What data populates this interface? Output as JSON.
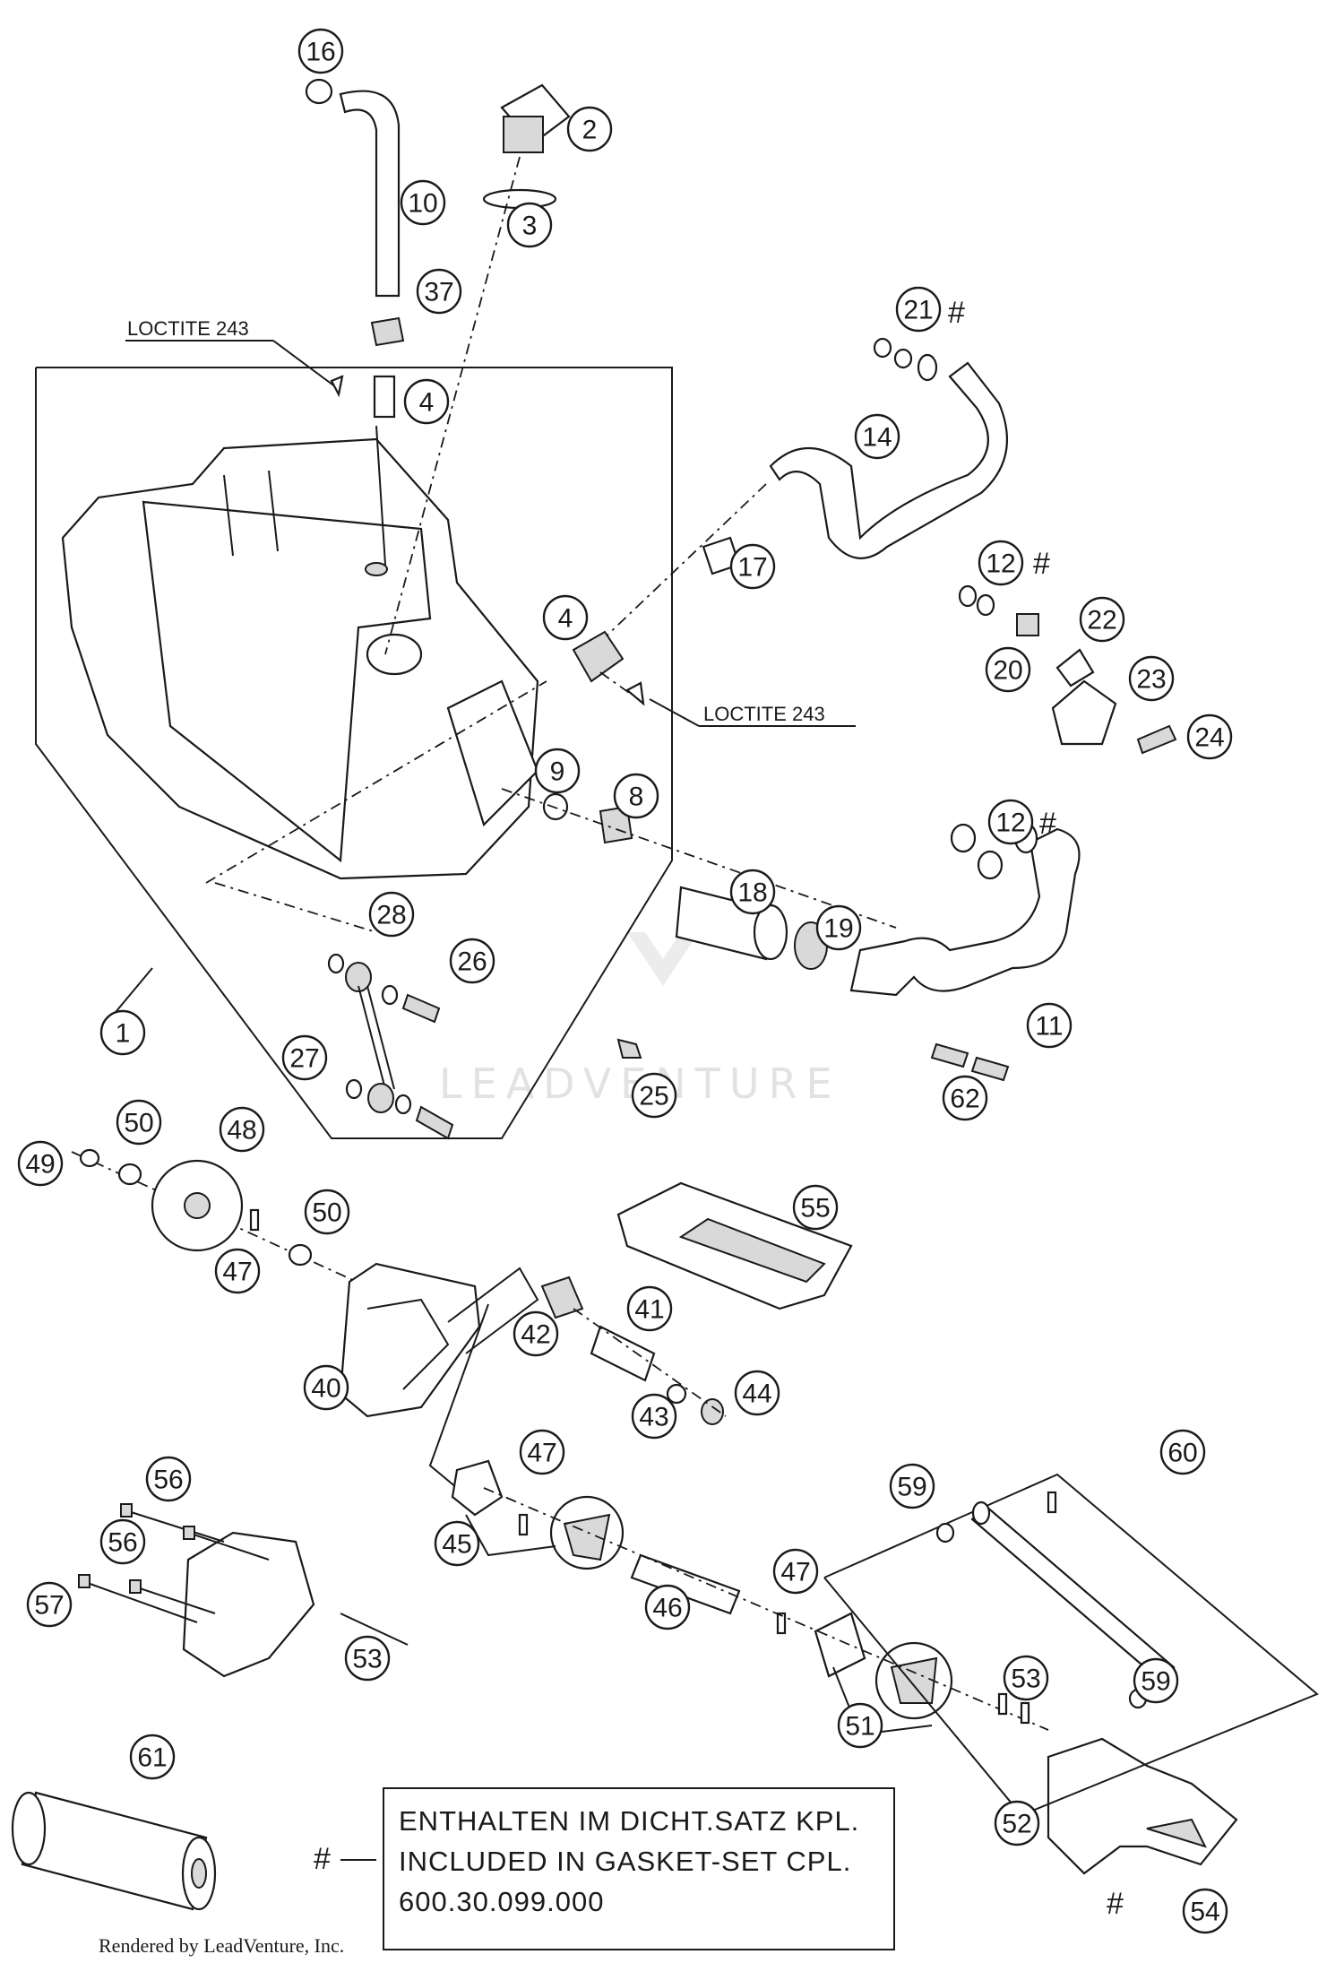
{
  "callouts": [
    "16",
    "2",
    "10",
    "3",
    "37",
    "4",
    "21",
    "14",
    "17",
    "4",
    "12",
    "22",
    "20",
    "23",
    "24",
    "9",
    "8",
    "12",
    "18",
    "19",
    "28",
    "26",
    "1",
    "27",
    "11",
    "25",
    "62",
    "50",
    "48",
    "49",
    "50",
    "47",
    "55",
    "41",
    "42",
    "40",
    "44",
    "43",
    "47",
    "60",
    "56",
    "59",
    "56",
    "45",
    "46",
    "47",
    "57",
    "53",
    "59",
    "53",
    "51",
    "61",
    "52",
    "54"
  ],
  "notes": {
    "loctite_top": "LOCTITE 243",
    "loctite_right": "LOCTITE 243",
    "hash": "#"
  },
  "legend_box": {
    "line1": "ENTHALTEN IM DICHT.SATZ KPL.",
    "line2": "INCLUDED IN GASKET-SET CPL.",
    "line3": "600.30.099.000"
  },
  "watermark": "LEADVENTURE",
  "footer": "Rendered by LeadVenture, Inc.",
  "colors": {
    "ink": "#1a1a1a",
    "shade": "#d9d9d9",
    "watermark": "#e2e2e2"
  }
}
